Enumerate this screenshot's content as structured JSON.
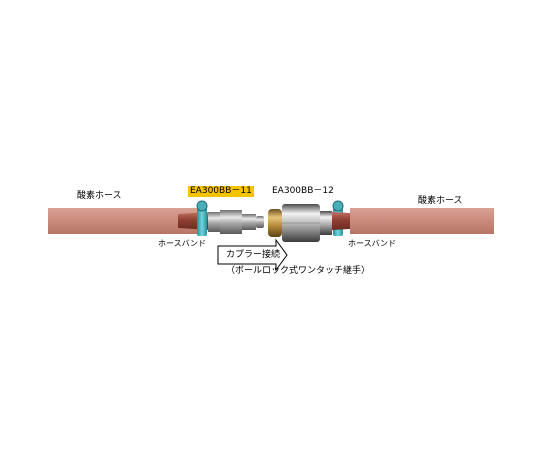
{
  "labels": {
    "hose_left": "酸素ホース",
    "hose_right": "酸素ホース",
    "plug_part": "EA300BB－11",
    "socket_part": "EA300BB－12",
    "band_left": "ホースバンド",
    "band_right": "ホースバンド",
    "arrow_text": "カプラー接続",
    "joint_type": "（ボールロック式ワンタッチ継手）"
  },
  "colors": {
    "hose": "#c98a7c",
    "hose_shade": "#a85f52",
    "band": "#3ab8c4",
    "plug_metal": "#b8b8b8",
    "socket_metal": "#c9a34a",
    "part_highlight": "#f5c400"
  }
}
